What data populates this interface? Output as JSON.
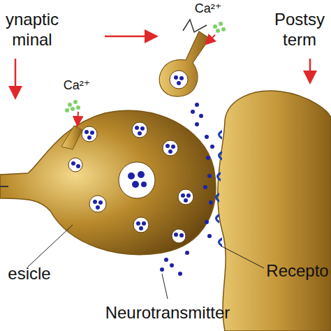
{
  "diagram": {
    "labels": [
      "ynaptic minal",
      "Ca²⁺",
      "Ca²⁺",
      "Postsy term",
      "esicle",
      "Recepto",
      "Neurotransmitter"
    ]
  }
}
